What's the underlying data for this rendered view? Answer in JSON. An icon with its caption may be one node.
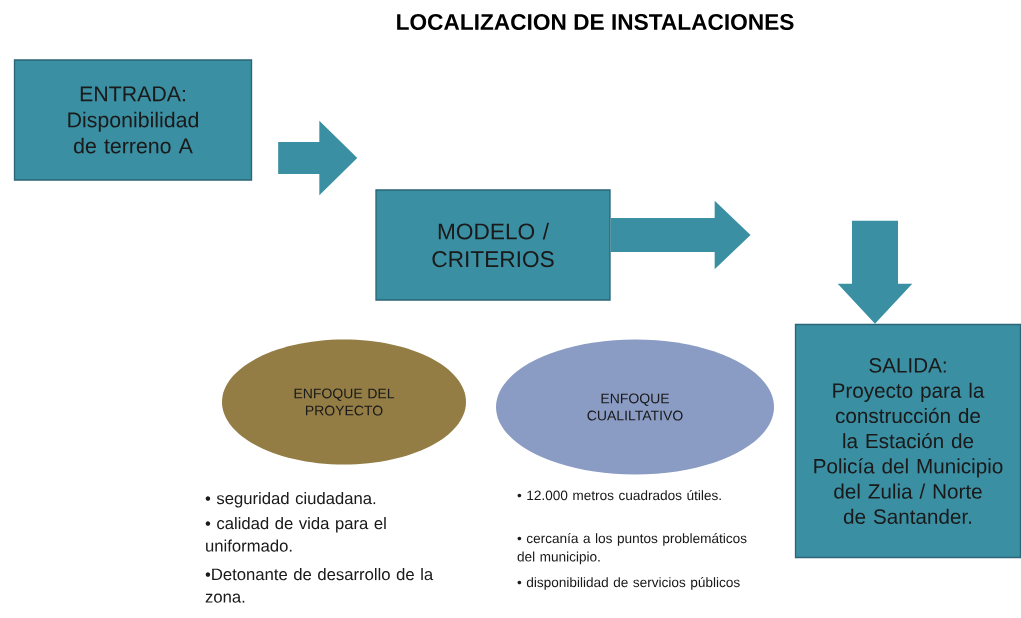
{
  "diagram": {
    "title": "LOCALIZACION DE INSTALACIONES",
    "nodes": [
      {
        "text": [
          "ENTRADA:",
          "Disponibilidad de terreno A"
        ]
      },
      {
        "text": [
          "MODELO / CRITERIOS"
        ]
      },
      {
        "text": [
          "SALIDA:",
          "Proyecto para la construcción de la Estación de Policía del Municipio del Zulia / Norte de Santander."
        ]
      },
      {
        "text": [
          "ENFOQUE DEL PROYECTO"
        ],
        "beside": [
          "• seguridad ciudadana.",
          "• calidad de vida para el uniformado.",
          "•Detonante de desarrollo de la zona."
        ]
      },
      {
        "text": [
          "ENFOQUE CUALILTATIVO"
        ],
        "beside": [
          "• 12.000 metros cuadrados útiles.",
          "• cercanía a los puntos problemáticos del municipio.",
          "• disponibilidad  de servicios públicos"
        ]
      }
    ],
    "edges": [
      {
        "from": 0,
        "to": 1,
        "arrow": "to"
      },
      {
        "from": 1,
        "to": null,
        "arrow": "to"
      },
      {
        "from": null,
        "to": 2,
        "arrow": "to"
      }
    ]
  }
}
